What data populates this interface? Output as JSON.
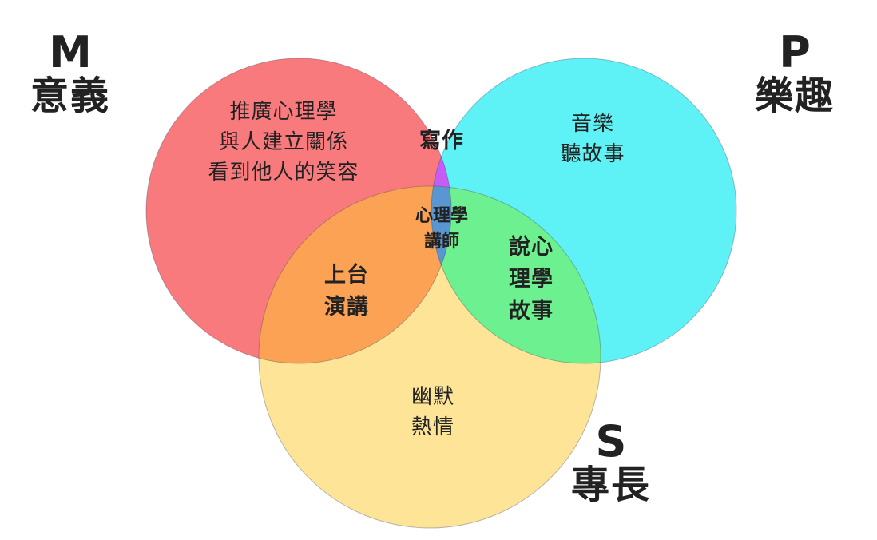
{
  "corners": {
    "m": {
      "letter": "M",
      "word": "意義"
    },
    "p": {
      "letter": "P",
      "word": "樂趣"
    },
    "s": {
      "letter": "S",
      "word": "專長"
    }
  },
  "regions": {
    "m_only": [
      "推廣心理學",
      "與人建立關係",
      "看到他人的笑容"
    ],
    "p_only": [
      "音樂",
      "聽故事"
    ],
    "s_only": [
      "幽默",
      "熱情"
    ],
    "m_p": [
      "寫作"
    ],
    "m_s": [
      "上台",
      "演講"
    ],
    "p_s": [
      "說心",
      "理學",
      "故事"
    ],
    "center": [
      "心理學",
      "講師"
    ]
  },
  "colors": {
    "m_circle": "#f87a7d",
    "p_circle": "#5ef2f6",
    "s_circle": "#fde496",
    "m_p": "#c65cf4",
    "m_s": "#fba255",
    "p_s": "#6cf090",
    "center": "#5a96d2"
  }
}
